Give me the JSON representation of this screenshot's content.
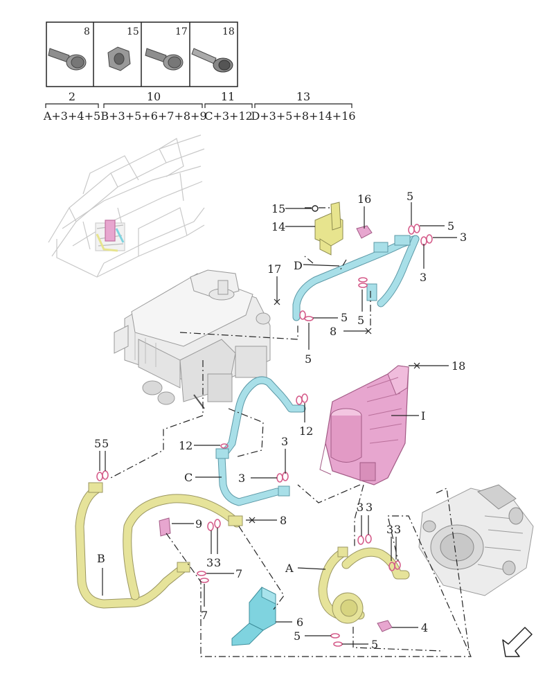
{
  "fastener_table": {
    "cells": [
      {
        "number": "8",
        "icon": "bolt-flange-icon"
      },
      {
        "number": "15",
        "icon": "nut-icon"
      },
      {
        "number": "17",
        "icon": "bolt-flange-icon"
      },
      {
        "number": "18",
        "icon": "bolt-washer-icon"
      }
    ]
  },
  "kits": [
    {
      "number": "2",
      "contents": "A+3+4+5"
    },
    {
      "number": "10",
      "contents": "B+3+5+6+7+8+9"
    },
    {
      "number": "11",
      "contents": "C+3+12"
    },
    {
      "number": "13",
      "contents": "D+3+5+8+14+16"
    }
  ],
  "callouts": {
    "c15": "15",
    "c14": "14",
    "c16": "16",
    "c17": "17",
    "cD": "D",
    "c5_top": "5",
    "c5_top2": "5",
    "c3_top": "3",
    "c3_top2": "3",
    "c5_mid": "5",
    "c5_mid2": "5",
    "c5_mid3": "5",
    "c8_mid": "8",
    "c18": "18",
    "cI": "I",
    "c12_right": "12",
    "c12_left": "12",
    "c3_c_top": "3",
    "c3_c": "3",
    "cC": "C",
    "c55a": "5",
    "c55b": "5",
    "cB": "B",
    "c9": "9",
    "c8_low": "8",
    "c3_low_a": "3",
    "c3_low_b": "3",
    "c7a": "7",
    "c7b": "7",
    "c33a": "3",
    "c33b": "3",
    "c33c": "3",
    "c33d": "3",
    "cA": "A",
    "c6": "6",
    "c4": "4",
    "c5_bot_a": "5",
    "c5_bot_b": "5"
  },
  "colors": {
    "hose_yellow": "#e6e39a",
    "hose_blue": "#a8dfe8",
    "part_pink": "#e7a6cf",
    "part_cyan": "#7fd3df",
    "part_yellow": "#e7e48e"
  }
}
